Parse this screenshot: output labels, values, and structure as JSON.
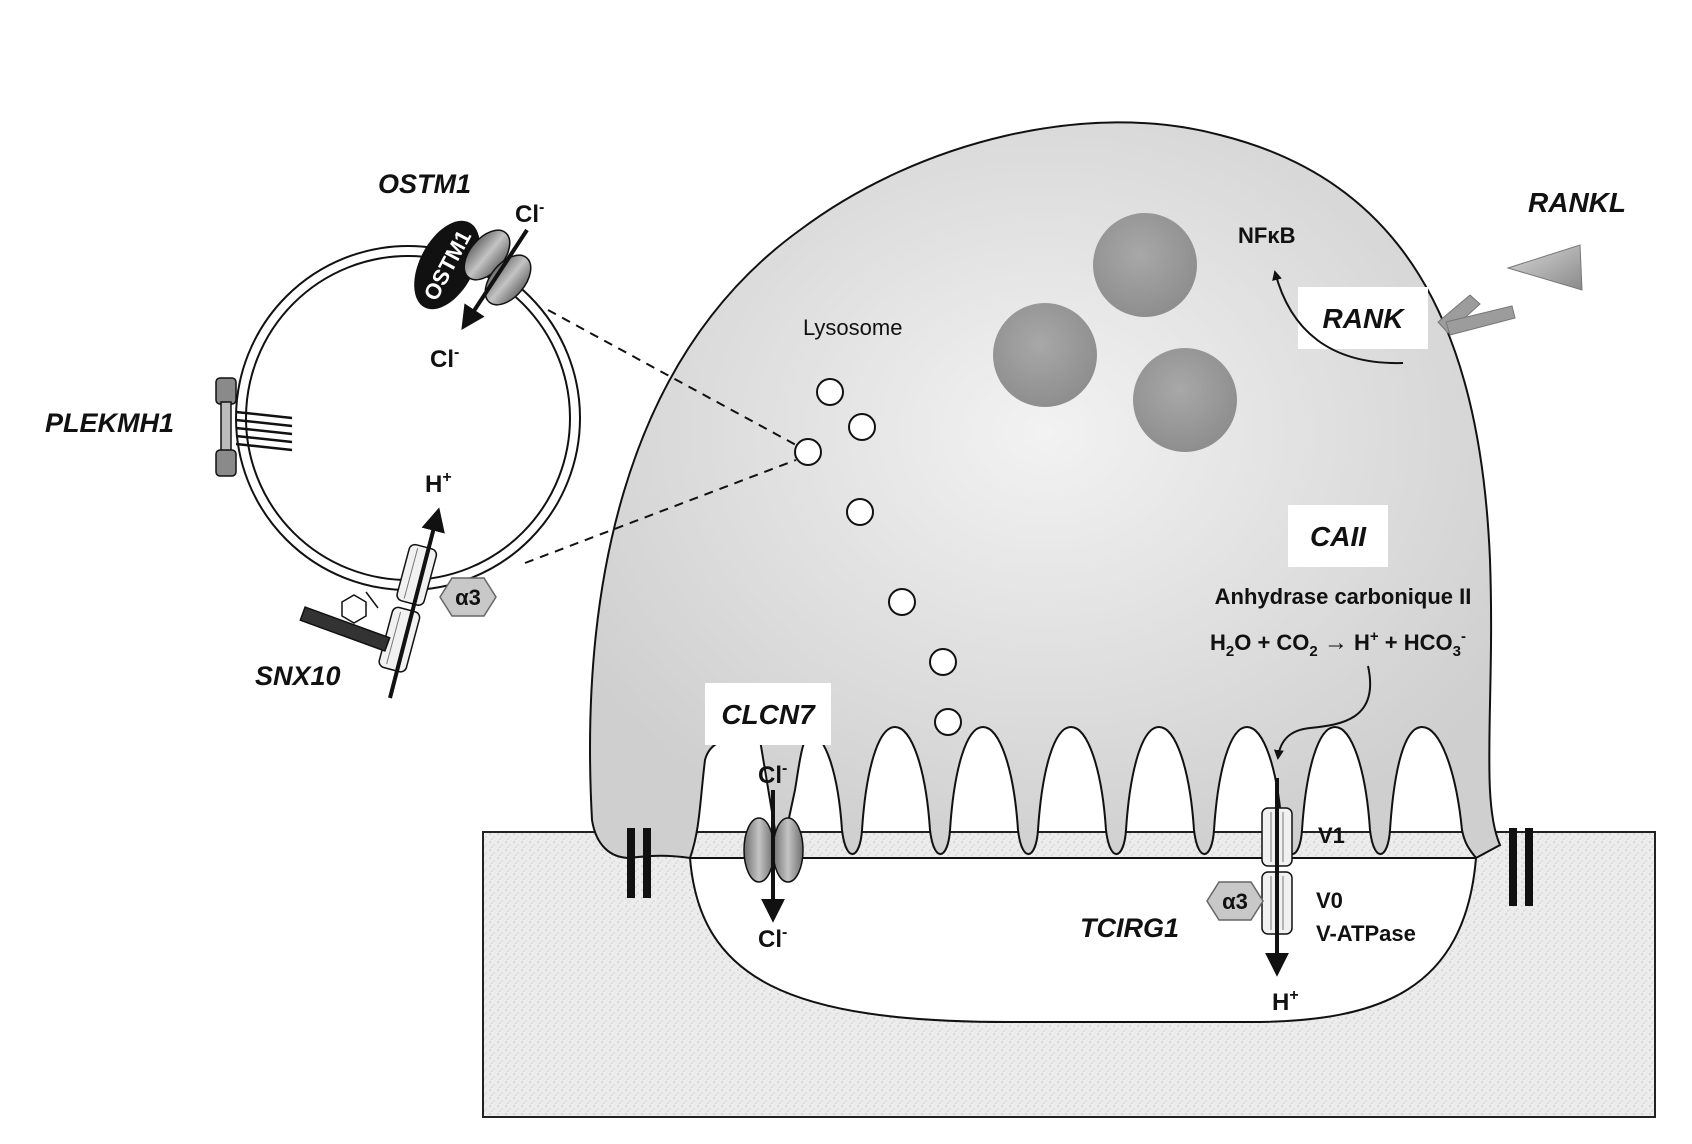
{
  "labels": {
    "ostm1": "OSTM1",
    "ostm1_protein": "OSTM1",
    "cl_top": "Cl",
    "cl_bottom": "Cl",
    "cl_sup": "-",
    "plekmh1": "PLEKMH1",
    "h_plus_vesicle": "H",
    "plus": "+",
    "alpha3_vesicle": "α3",
    "snx10": "SNX10",
    "lysosome": "Lysosome",
    "nfkb": "NFκB",
    "rank": "RANK",
    "rankl": "RANKL",
    "caii": "CAII",
    "anhydrase": "Anhydrase carbonique II",
    "reaction": {
      "h": "H",
      "two": "2",
      "o_plus_co": "O + CO",
      "arrow": "→",
      "h_plus": "H",
      "plus_hco": " + HCO",
      "three": "3",
      "minus": "-"
    },
    "clcn7": "CLCN7",
    "cl_in": "Cl",
    "cl_out": "Cl",
    "v1": "V1",
    "v0": "V0",
    "vatpase": "V-ATPase",
    "alpha3_membrane": "α3",
    "tcirg1": "TCIRG1",
    "h_plus_out": "H"
  },
  "colors": {
    "cell_fill": "#d6d6d6",
    "cell_center": "#ececec",
    "nucleus": "#9a9a9a",
    "bone": "#e9e9e9",
    "stroke": "#111111",
    "hexagon": "#c8c8c8"
  }
}
